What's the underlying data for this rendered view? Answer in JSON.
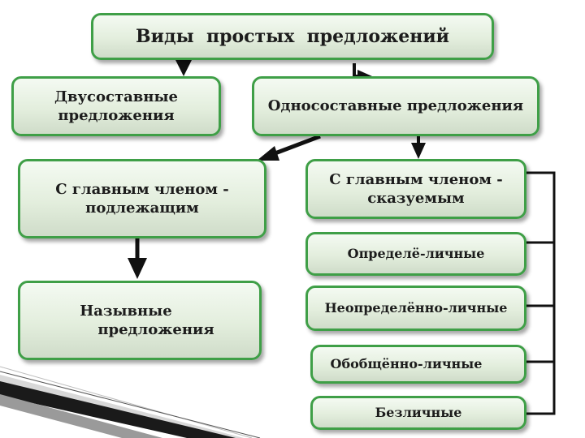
{
  "diagram": {
    "title": "Виды  простых  предложений",
    "two_part": [
      "Двусоставные",
      "предложения"
    ],
    "one_part": "Односоставные предложения",
    "subject_main": [
      "С главным членом -",
      "подлежащим"
    ],
    "predicate_main": [
      "С главным членом -",
      "сказуемым"
    ],
    "nominative": [
      "Назывные",
      "предложения"
    ],
    "definite_personal": "Определё-личные",
    "indefinite_personal": "Неопределённо-личные",
    "generalized_personal": "Обобщённо-личные",
    "impersonal": "Безличные"
  },
  "colors": {
    "border": "#3f9f47",
    "arrow": "#111111",
    "box_fill": "#e3eedd"
  }
}
